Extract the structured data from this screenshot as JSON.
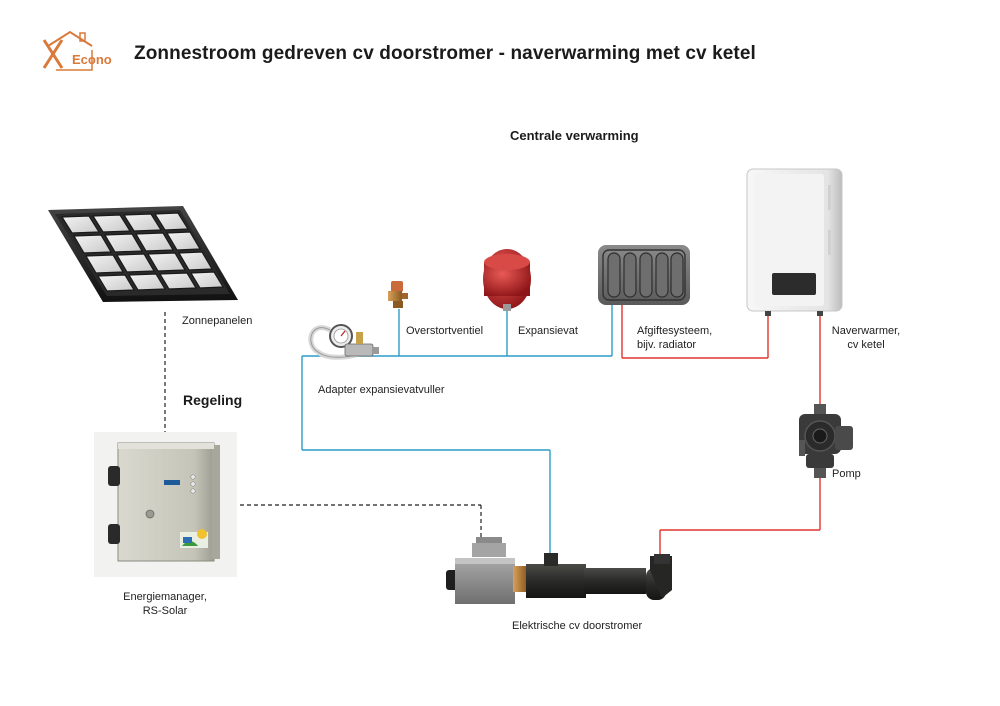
{
  "logo": {
    "text": "Econo",
    "color": "#d97a3a"
  },
  "title": "Zonnestroom gedreven cv doorstromer -  naverwarming met cv ketel",
  "section_heading": "Centrale verwarming",
  "control_heading": "Regeling",
  "labels": {
    "solar_panels": "Zonnepanelen",
    "relief_valve": "Overstortventiel",
    "expansion_vessel": "Expansievat",
    "emitter_line1": "Afgiftesysteem,",
    "emitter_line2": "bijv. radiator",
    "boiler_line1": "Naverwarmer,",
    "boiler_line2": "cv ketel",
    "adapter": "Adapter expansievatvuller",
    "pump": "Pomp",
    "manager_line1": "Energiemanager,",
    "manager_line2": "RS-Solar",
    "heater": "Elektrische cv doorstromer"
  },
  "colors": {
    "cold_pipe": "#2b9cc8",
    "hot_pipe": "#e0352b",
    "control_line": "#222222",
    "vessel": "#c8262a",
    "valve": "#b8522c"
  }
}
